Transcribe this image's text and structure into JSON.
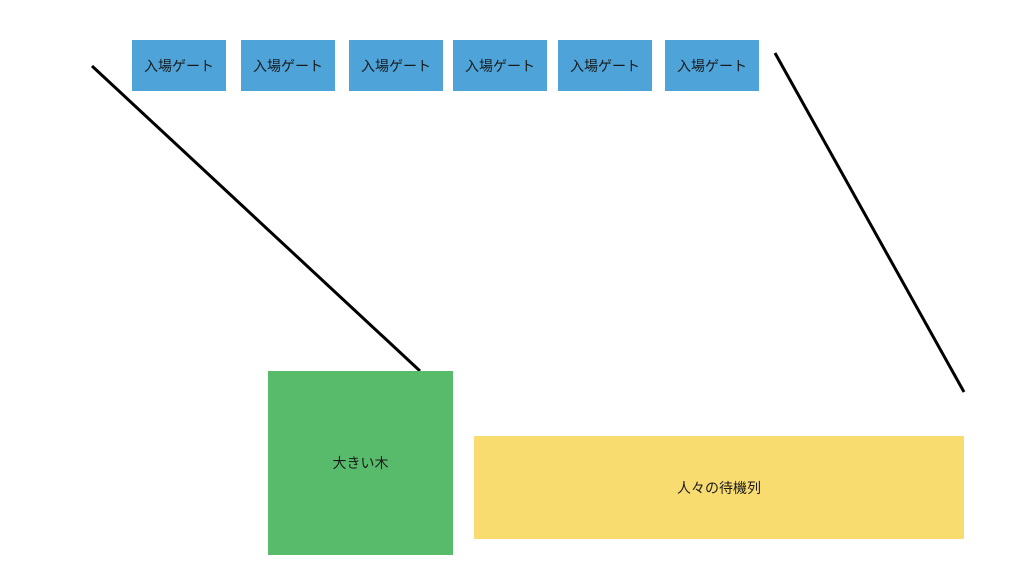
{
  "gates": {
    "labels": [
      "入場ゲート",
      "入場ゲート",
      "入場ゲート",
      "入場ゲート",
      "入場ゲート",
      "入場ゲート"
    ]
  },
  "tree": {
    "label": "大きい木"
  },
  "queue": {
    "label": "人々の待機列"
  },
  "colors": {
    "gate_fill": "#4ea3d8",
    "tree_fill": "#58bb6b",
    "queue_fill": "#f9dc70",
    "line_stroke": "#000000"
  }
}
